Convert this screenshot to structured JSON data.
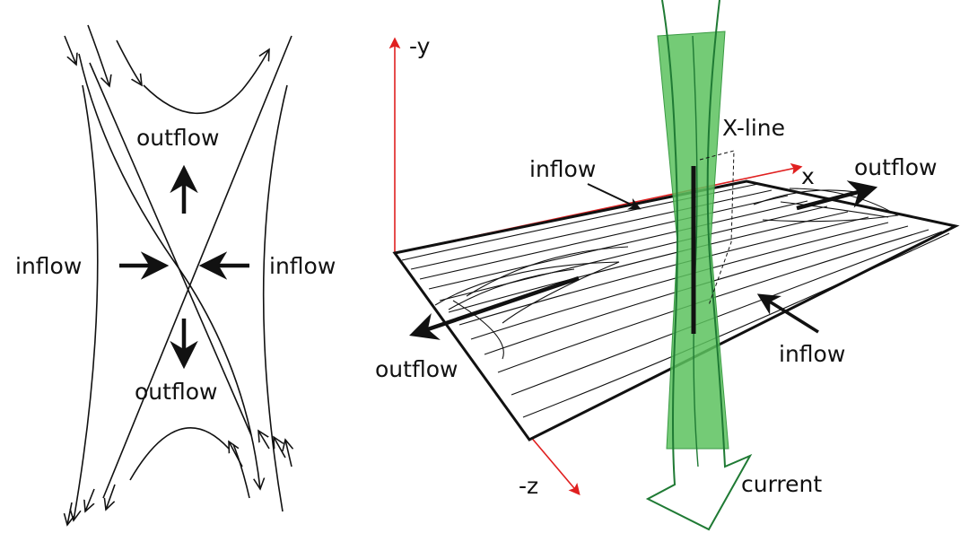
{
  "left_panel": {
    "labels": {
      "outflow_top": "outflow",
      "outflow_bottom": "outflow",
      "inflow_left": "inflow",
      "inflow_right": "inflow"
    }
  },
  "right_panel": {
    "axes": {
      "y_label": "-y",
      "x_label": "x",
      "z_label": "-z"
    },
    "labels": {
      "x_line": "X-line",
      "inflow_top": "inflow",
      "outflow_right": "outflow",
      "inflow_right": "inflow",
      "outflow_left": "outflow",
      "current": "current"
    }
  },
  "colors": {
    "axis": "#e02020",
    "current_sheet_fill": "#5cc25e",
    "current_line": "#1f7a34",
    "ink": "#111111"
  }
}
